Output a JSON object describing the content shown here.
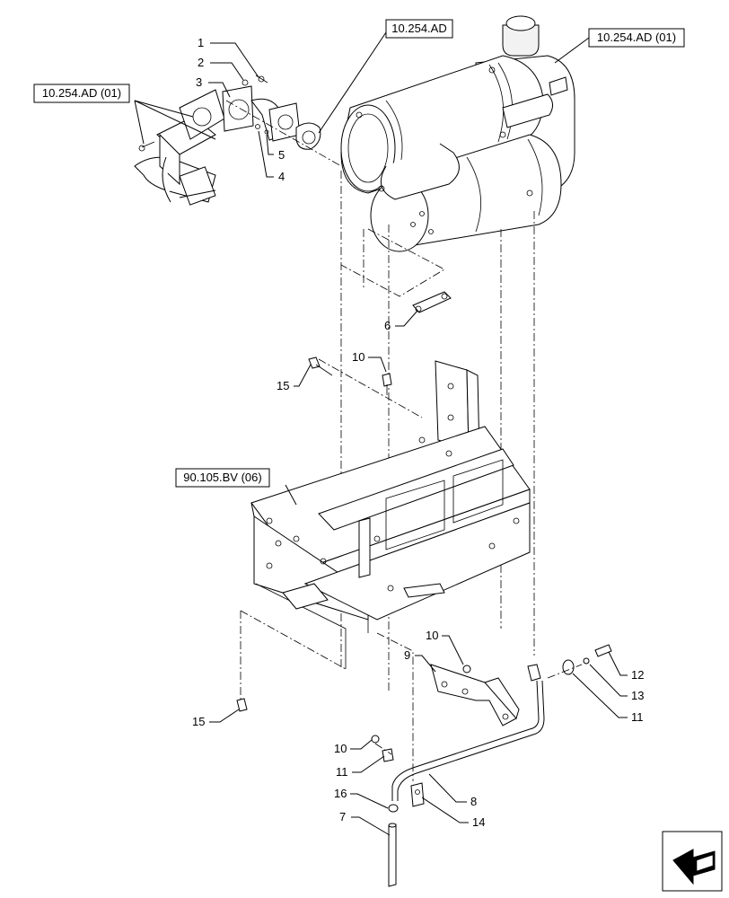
{
  "references": [
    {
      "id": "ref-top",
      "text": "10.254.AD"
    },
    {
      "id": "ref-top-right",
      "text": "10.254.AD (01)"
    },
    {
      "id": "ref-left",
      "text": "10.254.AD (01)"
    },
    {
      "id": "ref-frame",
      "text": "90.105.BV (06)"
    }
  ],
  "callouts": [
    "1",
    "2",
    "3",
    "4",
    "5",
    "6",
    "10",
    "15",
    "9",
    "10",
    "12",
    "13",
    "11",
    "15",
    "10",
    "11",
    "8",
    "16",
    "14",
    "7"
  ],
  "icons": {
    "corner": "direction-arrow-icon"
  }
}
